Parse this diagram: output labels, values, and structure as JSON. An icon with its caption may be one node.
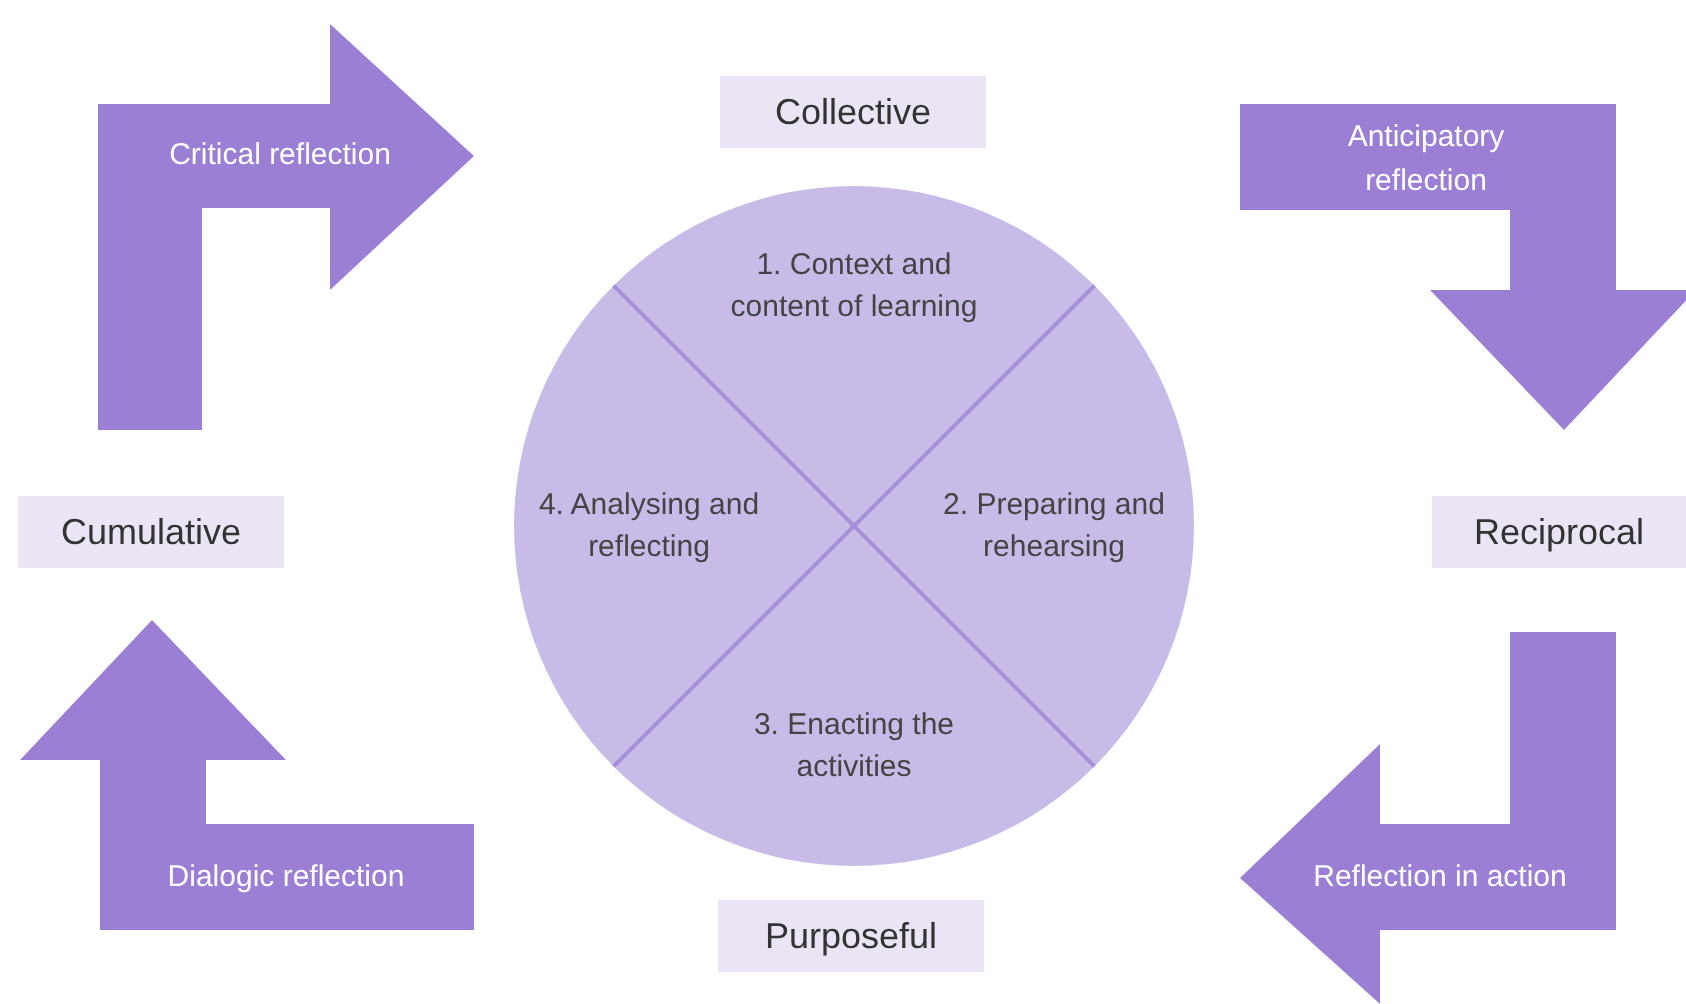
{
  "diagram": {
    "nodes": [
      {
        "text": [],
        "shape": "circle"
      },
      {
        "text": [
          "1. Context and content of learning"
        ],
        "in": 0
      },
      {
        "text": [
          "4. Analysing and reflecting"
        ],
        "in": 0
      },
      {
        "text": [
          "2. Preparing and rehearsing"
        ],
        "in": 0
      },
      {
        "text": [
          "3. Enacting the activities"
        ],
        "in": 0
      },
      {
        "text": [
          "Critical reflection"
        ]
      },
      {
        "text": [
          "Collective"
        ]
      },
      {
        "text": [
          "Anticipatory reflection"
        ]
      },
      {
        "text": [
          "Cumulative"
        ]
      },
      {
        "text": [
          "Reciprocal"
        ]
      },
      {
        "text": [
          "Dialogic reflection"
        ]
      },
      {
        "text": [
          "Purposeful"
        ]
      },
      {
        "text": [
          "Reflection in action"
        ]
      }
    ]
  }
}
